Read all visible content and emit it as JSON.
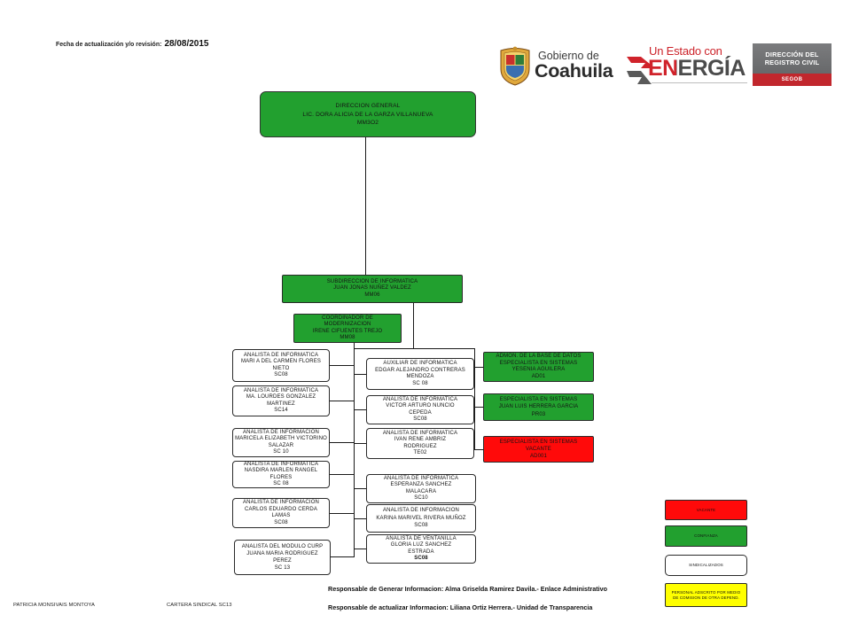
{
  "header": {
    "update_label": "Fecha de actualización y/o revisión:",
    "update_date": "28/08/2015"
  },
  "logos": {
    "coahuila": {
      "line1": "Gobierno de",
      "line2": "Coahuila",
      "icon": "coahuila-seal-icon"
    },
    "energia": {
      "line1": "Un Estado con",
      "line2": "ENERGÍA",
      "icon": "energia-arrow-icon"
    },
    "registro_civil": {
      "line1": "DIRECCIÓN DEL",
      "line2": "REGISTRO CIVIL",
      "strip": "SEGOB"
    }
  },
  "colors": {
    "confianza": "#22a02f",
    "vacante": "#ff0a0a",
    "sindicalizado": "#ffffff",
    "comision": "#ffff00"
  },
  "org": {
    "director": {
      "category": "confianza",
      "lines": [
        "DIRECCION GENERAL",
        "LIC. DORA ALICIA DE LA GARZA VILLANUEVA",
        "MM3O2"
      ]
    },
    "subdireccion": {
      "category": "confianza",
      "lines": [
        "SUBDIRECCION DE INFORMATICA",
        "JUAN JONAS NUÑEZ VALDEZ",
        "MM06"
      ]
    },
    "coordinacion": {
      "category": "confianza",
      "lines": [
        "COORDINADOR DE",
        "MODERNIZACION",
        "IRENE CIFUENTES TREJO",
        "MM08"
      ]
    },
    "left": [
      {
        "category": "sindicalizado",
        "lines": [
          "ANALISTA DE INFORMATICA",
          "MARI A DEL CARMEN FLORES",
          "NIETO",
          "SC08"
        ]
      },
      {
        "category": "sindicalizado",
        "lines": [
          "ANALISTA DE INFORMATICA",
          "MA. LOURDES GONZALEZ",
          "MARTINEZ",
          "SC14"
        ]
      },
      {
        "category": "sindicalizado",
        "lines": [
          "ANALISTA DE INFORMACION",
          "MARICELA ELIZABETH VICTORINO",
          "SALAZAR",
          "SC 10"
        ]
      },
      {
        "category": "sindicalizado",
        "lines": [
          "ANALISTA DE INFORMATICA",
          "NASDIRA MARLEN RANGEL",
          "FLORES",
          "SC 08"
        ]
      },
      {
        "category": "sindicalizado",
        "lines": [
          "ANALISTA DE INFORMACION",
          "CARLOS EDUARDO CERDA",
          "LAMAS",
          "SC08"
        ]
      },
      {
        "category": "sindicalizado",
        "lines": [
          "ANALISTA DEL MODULO CURP",
          "JUANA MARIA RODRIGUEZ",
          "PEREZ",
          "SC 13"
        ]
      }
    ],
    "middle": [
      {
        "category": "sindicalizado",
        "lines": [
          "AUXILIAR DE INFORMATICA",
          "EDGAR ALEJANDRO CONTRERAS",
          "MENDOZA",
          "SC 08"
        ]
      },
      {
        "category": "sindicalizado",
        "lines": [
          "ANALISTA DE INFORMATICA",
          "VICTOR ARTURO NUNCIO",
          "CEPEDA",
          "SC08"
        ]
      },
      {
        "category": "sindicalizado",
        "lines": [
          "ANALISTA DE INFORMATICA",
          "IVAN RENE AMBRIZ",
          "RODRIGUEZ",
          "TE02"
        ]
      },
      {
        "category": "sindicalizado",
        "lines": [
          "ANALISTA DE INFORMATICA",
          "ESPERANZA SANCHEZ",
          "MALACARA",
          "SC10"
        ]
      },
      {
        "category": "sindicalizado",
        "lines": [
          "ANALISTA DE INFORMACION",
          "KARINA MARIVEL RIVERA MUÑOZ",
          "SC08"
        ]
      },
      {
        "category": "sindicalizado",
        "lines": [
          "ANALISTA DE VENTANILLA",
          "GLORIA LUZ SANCHEZ",
          "ESTRADA",
          "SC08"
        ]
      }
    ],
    "right": [
      {
        "category": "confianza",
        "lines": [
          "ADMON. DE LA BASE DE DATOS",
          "ESPECIALISTA EN SISTEMAS",
          "YESENIA AGUILERA",
          "AD01"
        ]
      },
      {
        "category": "confianza",
        "lines": [
          "ESPECIALISTA EN SISTEMAS",
          "JUAN LUIS HERRERA GARCIA",
          "PR03"
        ]
      },
      {
        "category": "vacante",
        "lines": [
          "ESPECIALISTA EN SISTEMAS",
          "VACANTE",
          "AD001"
        ]
      }
    ]
  },
  "legend": [
    {
      "category": "vacante",
      "lines": [
        "VACANTE"
      ]
    },
    {
      "category": "confianza",
      "lines": [
        "CONFIANZA"
      ]
    },
    {
      "category": "sindicalizado",
      "lines": [
        "SINDICALIZADOS"
      ]
    },
    {
      "category": "comision",
      "lines": [
        "PERSONAL ADSCRITO POR MEDIO",
        "DE COMISION DE OTRA DEPEND."
      ]
    }
  ],
  "footer": {
    "generar": "Responsable de Generar Informacion: Alma Griselda Ramirez Davila.- Enlace Administrativo",
    "actualizar": "Responsable de actualizar Informacion: Liliana Ortiz Herrera.- Unidad de Transparencia",
    "left_name": "PATRICIA MONSIVAIS MONTOYA",
    "left_cartera": "CARTERA SINDICAL SC13"
  }
}
